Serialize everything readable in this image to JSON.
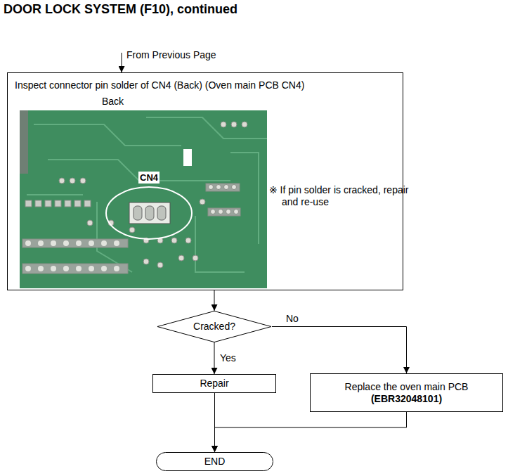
{
  "diagram": {
    "title": "DOOR LOCK SYSTEM (F10), continued",
    "nodes": [
      {
        "text": [
          "Inspect connector pin solder of CN4 (Back) (Oven main PCB CN4)"
        ]
      },
      {
        "text": [
          "Cracked?"
        ]
      },
      {
        "text": [
          "Repair"
        ]
      },
      {
        "text": [
          "Replace the oven main PCB",
          "(EBR32048101)"
        ]
      },
      {
        "text": [
          "END"
        ]
      }
    ],
    "edges": [
      {
        "from": 0,
        "to": 1,
        "arrow": "to"
      },
      {
        "from": 1,
        "to": 2,
        "label": "Yes",
        "arrow": "to"
      },
      {
        "from": 1,
        "to": 3,
        "label": "No",
        "arrow": "to"
      },
      {
        "from": 2,
        "to": 4,
        "arrow": "to"
      },
      {
        "from": 3,
        "to": 4,
        "arrow": "to"
      }
    ],
    "labels": [
      "From Previous Page",
      "Back",
      "CN4",
      "※ If pin solder is cracked, repair and re-use"
    ]
  }
}
